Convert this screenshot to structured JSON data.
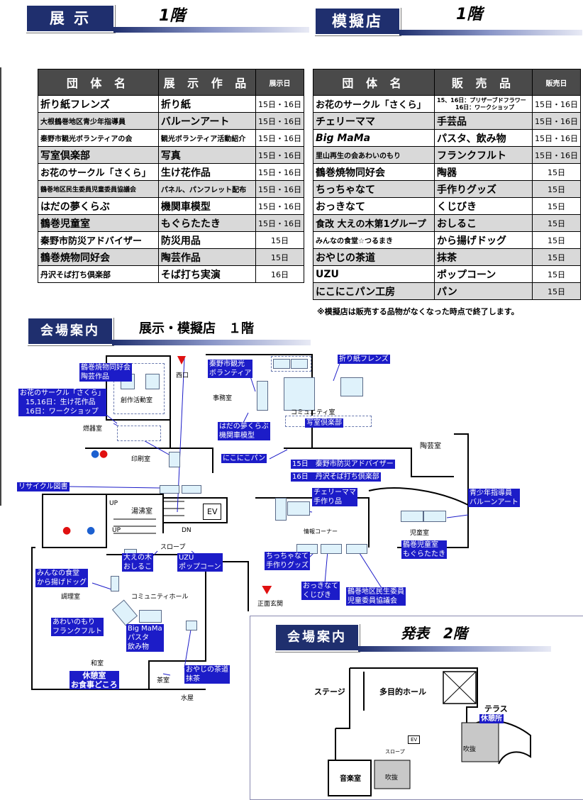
{
  "exhibit": {
    "title": "展 示",
    "floor": "1階",
    "headers": {
      "group": "団 体 名",
      "work": "展 示 作 品",
      "day": "展示日"
    },
    "rows": [
      {
        "group": "折り紙フレンズ",
        "work": "折り紙",
        "day": "15日・16日"
      },
      {
        "group": "大根鶴巻地区青少年指導員",
        "work": "バルーンアート",
        "day": "15日・16日"
      },
      {
        "group": "秦野市観光ボランティアの会",
        "work": "観光ボランティア活動紹介",
        "day": "15日・16日"
      },
      {
        "group": "写室倶楽部",
        "work": "写真",
        "day": "15日・16日"
      },
      {
        "group": "お花のサークル「さくら」",
        "work": "生け花作品",
        "day": "15日・16日"
      },
      {
        "group": "鶴巻地区民生委員児童委員協議会",
        "work": "パネル、パンフレット配布",
        "day": "15日・16日"
      },
      {
        "group": "はだの夢くらぶ",
        "work": "機関車模型",
        "day": "15日・16日"
      },
      {
        "group": "鶴巻児童室",
        "work": "もぐらたたき",
        "day": "15日・16日"
      },
      {
        "group": "秦野市防災アドバイザー",
        "work": "防災用品",
        "day": "15日"
      },
      {
        "group": "鶴巻焼物同好会",
        "work": "陶芸作品",
        "day": "15日"
      },
      {
        "group": "丹沢そば打ち倶楽部",
        "work": "そば打ち実演",
        "day": "16日"
      }
    ]
  },
  "shop": {
    "title": "模擬店",
    "floor": "1階",
    "headers": {
      "group": "団 体 名",
      "item": "販 売 品",
      "day": "販売日"
    },
    "rows": [
      {
        "group": "お花のサークル「さくら」",
        "item": "15、16日：プリザーブドフラワー",
        "item2": "16日：ワークショップ",
        "day": "15日・16日"
      },
      {
        "group": "チェリーママ",
        "item": "手芸品",
        "day": "15日・16日"
      },
      {
        "group": "Big MaMa",
        "item": "パスタ、飲み物",
        "day": "15日・16日"
      },
      {
        "group": "里山再生の会あわいのもり",
        "item": "フランクフルト",
        "day": "15日・16日"
      },
      {
        "group": "鶴巻焼物同好会",
        "item": "陶器",
        "day": "15日"
      },
      {
        "group": "ちっちゃなて",
        "item": "手作りグッズ",
        "day": "15日"
      },
      {
        "group": "おっきなて",
        "item": "くじびき",
        "day": "15日"
      },
      {
        "group": "食改 大えの木第1グループ",
        "item": "おしるこ",
        "day": "15日"
      },
      {
        "group": "みんなの食堂☆つるまき",
        "item": "から揚げドッグ",
        "day": "15日"
      },
      {
        "group": "おやじの茶道",
        "item": "抹茶",
        "day": "15日"
      },
      {
        "group": "UZU",
        "item": "ポップコーン",
        "day": "15日"
      },
      {
        "group": "にこにこパン工房",
        "item": "パン",
        "day": "15日"
      }
    ],
    "note": "※模擬店は販売する品物がなくなった時点で終了します。"
  },
  "guide1": {
    "title": "会場案内",
    "subtitle": "展示・模擬店　１階",
    "labels": {
      "yakimono": [
        "鶴巻焼物同好会",
        "陶芸作品"
      ],
      "sakura": [
        "お花のサークル「さくら」",
        "15,16日：生け花作品",
        "16日：ワークショップ"
      ],
      "kanko": [
        "秦野市観光",
        "ボランティア"
      ],
      "origami": "折り紙フレンズ",
      "yume": [
        "はだの夢くらぶ",
        "機関車模型"
      ],
      "shashin": "写室倶楽部",
      "pan": "にこにこパン",
      "bosai": "15日　秦野市防災アドバイザー",
      "soba": "16日　丹沢そば打ち倶楽部",
      "recycle": "リサイクル図書",
      "cherry": [
        "チェリーママ",
        "手作り品"
      ],
      "seishonen": [
        "青少年指導員",
        "バルーンアート"
      ],
      "jidou": [
        "鶴巻児童室",
        "もぐらたたき"
      ],
      "oenoki": [
        "大えの木",
        "おしるこ"
      ],
      "uzu": [
        "UZU",
        "ポップコーン"
      ],
      "chiccha": [
        "ちっちゃなて",
        "手作りグッズ"
      ],
      "okki": [
        "おっきなて",
        "くじびき"
      ],
      "minsei": [
        "鶴巻地区民生委員",
        "児童委員協議会"
      ],
      "minna": [
        "みんなの食堂",
        "から揚げドッグ"
      ],
      "awai": [
        "あわいのもり",
        "フランクフルト"
      ],
      "bigmama": [
        "Big MaMa",
        "パスタ",
        "飲み物"
      ],
      "oyaji": [
        "おやじの茶道",
        "抹茶"
      ],
      "kyukei": [
        "休憩室",
        "お食事どころ"
      ]
    },
    "rooms": {
      "sosaku": "創作活動室",
      "nensha": "燃器室",
      "insatsu": "印刷室",
      "nishi": "西口",
      "jimu": "事務室",
      "community_room": "コミュニティ室",
      "ongaku": "陶芸室",
      "yutoshitsu": "湯沸室",
      "ev": "EV",
      "up1": "UP",
      "up2": "UP",
      "dn": "DN",
      "slope": "スロープ",
      "johocorner": "情報コーナー",
      "jidoushitsu": "児童室",
      "chouri": "調理室",
      "hall": "コミュニティホール",
      "shomen": "正面玄関",
      "washitsu": "和室",
      "chashitsu": "茶室",
      "mizuya": "水屋"
    }
  },
  "guide2": {
    "title": "会場案内",
    "subtitle": "発表　2階",
    "rooms": {
      "stage": "ステージ",
      "hall": "多目的ホール",
      "terrace": "テラス",
      "kyukei": "休憩所",
      "ongaku": "音楽室",
      "fukinuke1": "吹抜",
      "fukinuke2": "吹抜",
      "slope": "スロープ",
      "ev": "EV"
    }
  },
  "colors": {
    "navy": "#1f2f6e",
    "label_blue": "#1c1cc8",
    "header_gray": "#4a4a4a",
    "alt_row": "#d9d9d9"
  }
}
